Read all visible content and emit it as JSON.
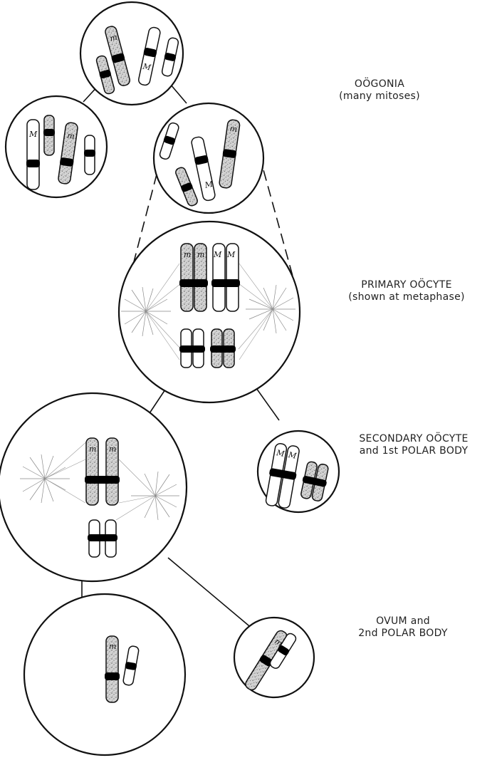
{
  "labels": {
    "oogonia": {
      "title": "OÖGONIA",
      "sub": "(many mitoses)"
    },
    "primary": {
      "title": "PRIMARY OÖCYTE",
      "sub": "(shown at metaphase)"
    },
    "secondary": {
      "title": "SECONDARY OÖCYTE",
      "sub": "and 1st POLAR BODY"
    },
    "ovum": {
      "title": "OVUM and",
      "sub": "2nd POLAR BODY"
    }
  },
  "chromosome_marks": {
    "maternal": "m",
    "paternal": "M"
  }
}
